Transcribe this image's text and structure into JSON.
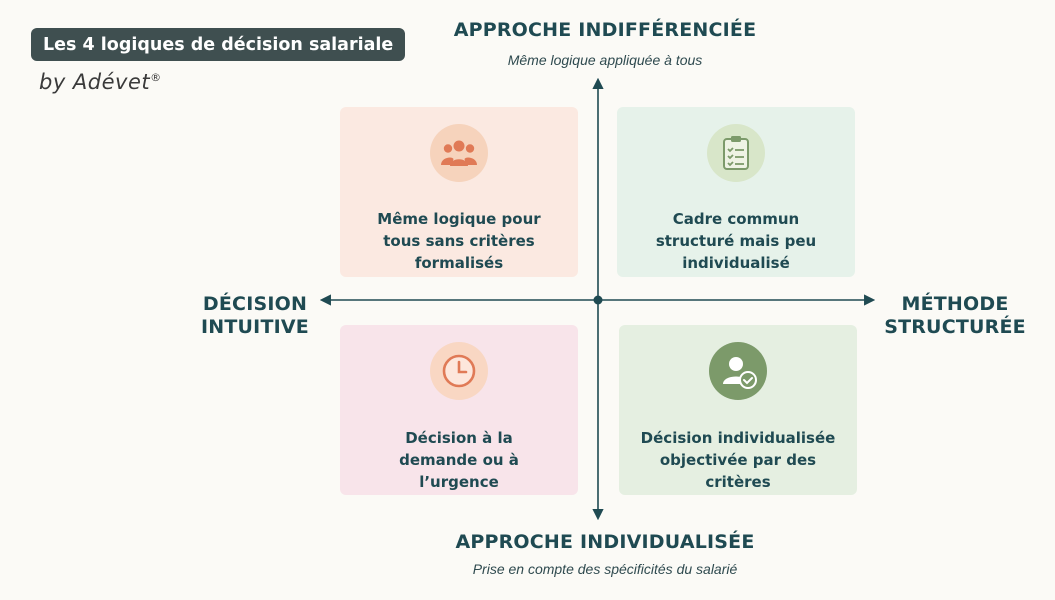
{
  "title": "Les 4 logiques de décision salariale",
  "brand": {
    "prefix": "by Adévet",
    "mark": "®"
  },
  "axes": {
    "top": {
      "title": "APPROCHE INDIFFÉRENCIÉE",
      "subtitle": "Même logique appliquée à tous"
    },
    "bottom": {
      "title": "APPROCHE INDIVIDUALISÉE",
      "subtitle": "Prise en compte des spécificités du salarié"
    },
    "left": {
      "line1": "DÉCISION",
      "line2": "INTUITIVE"
    },
    "right": {
      "line1": "MÉTHODE",
      "line2": "STRUCTURÉE"
    }
  },
  "quadrants": {
    "top_left": {
      "icon": "group-icon",
      "text_lines": [
        "Même logique pour",
        "tous sans critères",
        "formalisés"
      ]
    },
    "top_right": {
      "icon": "clipboard-checklist-icon",
      "text_lines": [
        "Cadre commun",
        "structuré mais peu",
        "individualisé"
      ]
    },
    "bottom_left": {
      "icon": "clock-icon",
      "text_lines": [
        "Décision à la",
        "demande ou à",
        "l’urgence"
      ]
    },
    "bottom_right": {
      "icon": "user-check-icon",
      "text_lines": [
        "Décision individualisée",
        "objectivée par des",
        "critères"
      ]
    }
  },
  "colors": {
    "text": "#1f4a52",
    "badge": "#3f4f50",
    "top_left_bg": "#fbe9e1",
    "top_right_bg": "#e6f2ea",
    "bottom_left_bg": "#f8e4ea",
    "bottom_right_bg": "#e5efe1",
    "icon_orange": "#e07a56",
    "icon_green": "#7c9a6a"
  }
}
